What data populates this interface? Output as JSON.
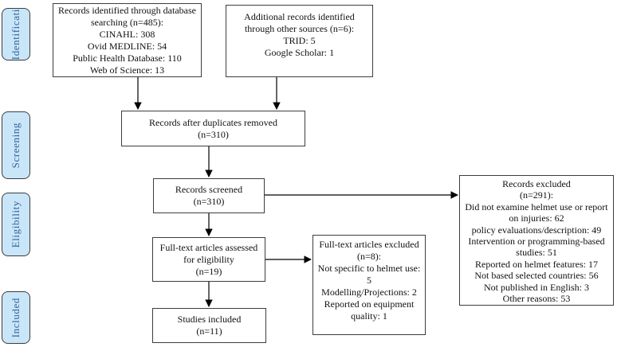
{
  "sidebar": {
    "stages": [
      {
        "label": "Identificati"
      },
      {
        "label": "Screening"
      },
      {
        "label": "Eligibility"
      },
      {
        "label": "Included"
      }
    ]
  },
  "boxes": {
    "db_search": {
      "lines": [
        "Records identified through database",
        "searching (n=485):",
        "CINAHL: 308",
        "Ovid MEDLINE: 54",
        "Public Health Database: 110",
        "Web of Science: 13"
      ]
    },
    "other_sources": {
      "lines": [
        "Additional records identified",
        "through other sources (n=6):",
        "TRID: 5",
        "Google Scholar: 1"
      ]
    },
    "duplicates_removed": {
      "lines": [
        "Records after duplicates removed",
        "(n=310)"
      ]
    },
    "records_screened": {
      "lines": [
        "Records screened",
        "(n=310)"
      ]
    },
    "records_excluded": {
      "lines": [
        "Records excluded",
        "(n=291):",
        "Did not examine helmet use or report",
        "on injuries: 62",
        "policy evaluations/description: 49",
        "Intervention or programming-based",
        "studies: 51",
        "Reported on helmet features: 17",
        "Not based selected countries: 56",
        "Not published in English: 3",
        "Other reasons: 53"
      ]
    },
    "fulltext_assessed": {
      "lines": [
        "Full-text articles assessed",
        "for eligibility",
        "(n=19)"
      ]
    },
    "fulltext_excluded": {
      "lines": [
        "Full-text articles excluded",
        "(n=8):",
        "Not specific to helmet use:",
        "5",
        "Modelling/Projections: 2",
        "Reported on equipment",
        "quality: 1"
      ]
    },
    "studies_included": {
      "lines": [
        "Studies included",
        "(n=11)"
      ]
    }
  },
  "colors": {
    "stage_fill": "#c9e6f8",
    "stage_text": "#34649f",
    "box_border": "#3d3d3d",
    "arrow": "#000000",
    "background": "#ffffff"
  }
}
